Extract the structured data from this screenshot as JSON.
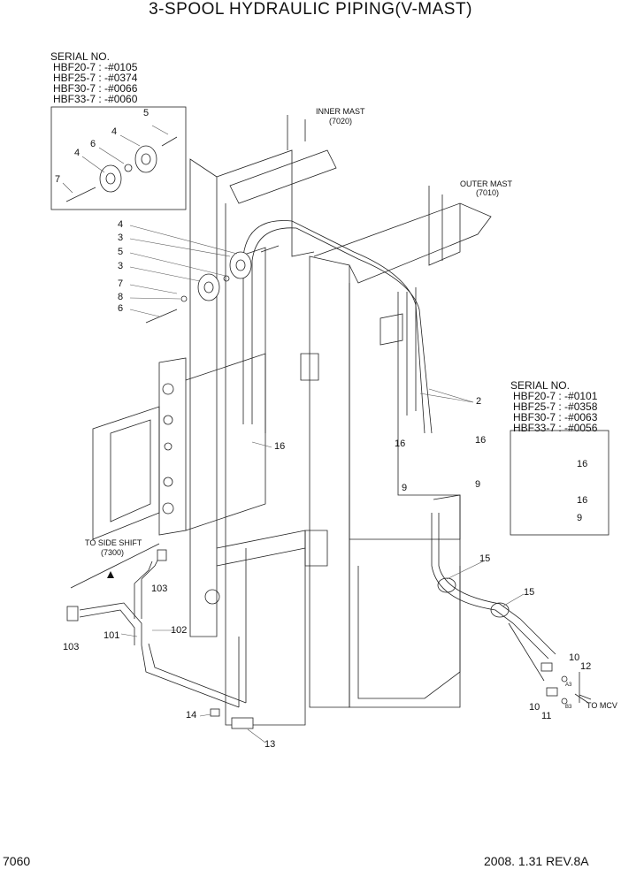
{
  "title": "3-SPOOL HYDRAULIC PIPING(V-MAST)",
  "serial_left": {
    "heading": "SERIAL NO.",
    "rows": [
      "HBF20-7 : -#0105",
      "HBF25-7 : -#0374",
      "HBF30-7 : -#0066",
      "HBF33-7 : -#0060"
    ]
  },
  "serial_right": {
    "heading": "SERIAL NO.",
    "rows": [
      "HBF20-7 : -#0101",
      "HBF25-7 : -#0358",
      "HBF30-7 : -#0063",
      "HBF33-7 : -#0056"
    ]
  },
  "assemblies": {
    "inner_mast": "INNER MAST",
    "inner_mast_code": "(7020)",
    "outer_mast": "OUTER MAST",
    "outer_mast_code": "(7010)",
    "side_shift": "TO SIDE SHIFT",
    "side_shift_code": "(7300)",
    "to_mcv": "TO MCV"
  },
  "port_labels": {
    "a3": "A3",
    "b3": "B3"
  },
  "callouts": {
    "inset5": "5",
    "inset4a": "4",
    "inset6": "6",
    "inset4b": "4",
    "inset7": "7",
    "c4": "4",
    "c3a": "3",
    "c5": "5",
    "c3b": "3",
    "c7": "7",
    "c8": "8",
    "c6": "6",
    "c2": "2",
    "c16a": "16",
    "c16b": "16",
    "c16c": "16",
    "c9a": "9",
    "c9b": "9",
    "r16a": "16",
    "r16b": "16",
    "r9": "9",
    "c15a": "15",
    "c15b": "15",
    "c10a": "10",
    "c12": "12",
    "c10b": "10",
    "c11": "11",
    "c103a": "103",
    "c102": "102",
    "c101": "101",
    "c103b": "103",
    "c14": "14",
    "c13": "13"
  },
  "footer": {
    "page": "7060",
    "date_rev": "2008.  1.31  REV.8A"
  }
}
